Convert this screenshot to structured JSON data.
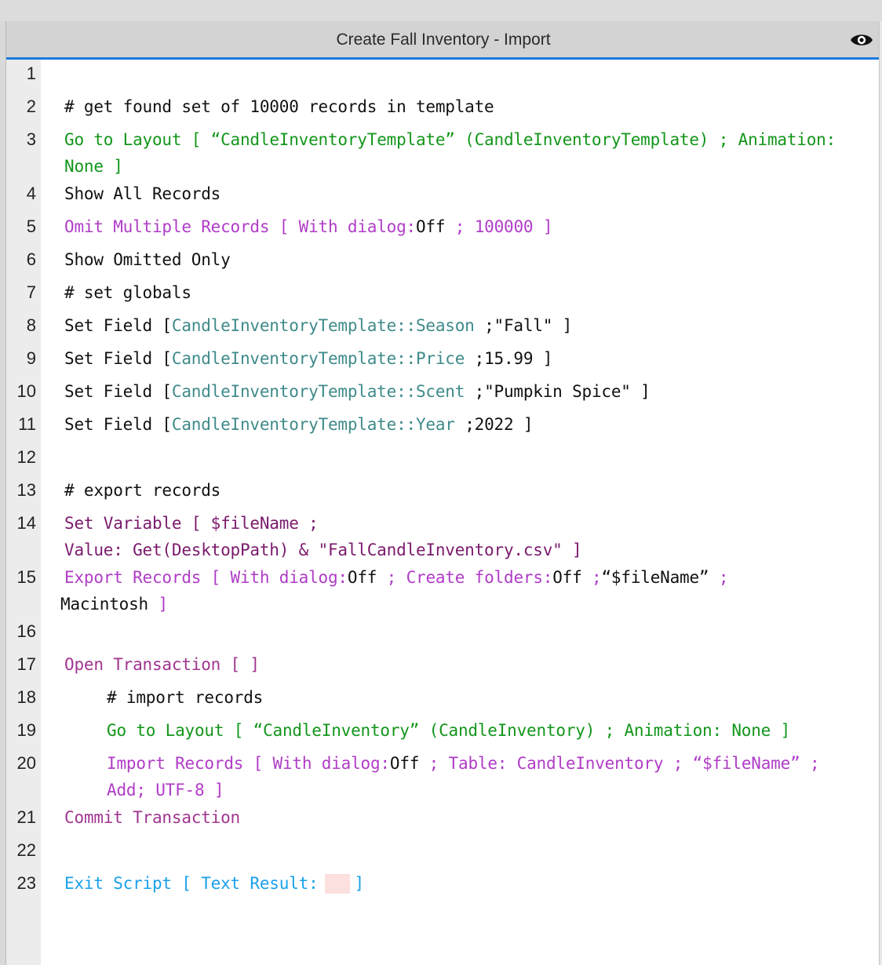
{
  "window": {
    "title": "Create Fall Inventory - Import",
    "icons": {
      "preview": "eye-icon"
    },
    "accent_color": "#1a7ae0"
  },
  "colors": {
    "comment": "#111111",
    "navigation": "#13961b",
    "records": "#b03cc7",
    "field": "#3f8a8a",
    "variable": "#7a1a6c",
    "transaction": "#a0358f",
    "control": "#1aa0ea",
    "result_box": "#fbe0dd"
  },
  "script": {
    "lines": [
      {
        "n": "1"
      },
      {
        "n": "2",
        "comment": "# get found set of 10000 records in template"
      },
      {
        "n": "3",
        "step": "Go to Layout [",
        "layout": "“CandleInventoryTemplate” (CandleInventoryTemplate)",
        "sep": ";",
        "opt": "Animation:",
        "cont": "None ]"
      },
      {
        "n": "4",
        "step": "Show All Records"
      },
      {
        "n": "5",
        "step": "Omit Multiple Records [",
        "opt": "With dialog:",
        "val": "Off",
        "sep": ";",
        "count": "100000",
        "close": "]"
      },
      {
        "n": "6",
        "step": "Show Omitted Only"
      },
      {
        "n": "7",
        "comment": "# set globals"
      },
      {
        "n": "8",
        "step": "Set Field [",
        "field": "CandleInventoryTemplate::Season",
        "sep": ";",
        "val": "\"Fall\" ]"
      },
      {
        "n": "9",
        "step": "Set Field [",
        "field": "CandleInventoryTemplate::Price",
        "sep": ";",
        "val": "15.99 ]"
      },
      {
        "n": "10",
        "step": "Set Field [",
        "field": "CandleInventoryTemplate::Scent",
        "sep": ";",
        "val": "\"Pumpkin Spice\" ]"
      },
      {
        "n": "11",
        "step": "Set Field [",
        "field": "CandleInventoryTemplate::Year",
        "sep": ";",
        "val": "2022 ]"
      },
      {
        "n": "12"
      },
      {
        "n": "13",
        "comment": "# export records"
      },
      {
        "n": "14",
        "step": "Set Variable [ $fileName ;",
        "cont": "Value: Get(DesktopPath) & \"FallCandleInventory.csv\" ]"
      },
      {
        "n": "15",
        "step": "Export Records [",
        "opt1": "With dialog:",
        "val1": "Off",
        "sep1": ";",
        "opt2": "Create folders:",
        "val2": "Off",
        "sep2": ";",
        "file": "“$fileName”",
        "sep3": ";",
        "cont": "Macintosh",
        "close": "]"
      },
      {
        "n": "16"
      },
      {
        "n": "17",
        "step": "Open Transaction [ ]"
      },
      {
        "n": "18",
        "comment": "# import records"
      },
      {
        "n": "19",
        "step": "Go to Layout [ “CandleInventory” (CandleInventory) ; Animation: None ]"
      },
      {
        "n": "20",
        "step": "Import Records [",
        "opt1": "With dialog:",
        "val1": "Off",
        "rest": "; Table: CandleInventory ; “$fileName” ;",
        "cont": "Add; UTF-8 ]"
      },
      {
        "n": "21",
        "step": "Commit Transaction"
      },
      {
        "n": "22"
      },
      {
        "n": "23",
        "step": "Exit Script [ Text Result:",
        "close": "]"
      }
    ]
  }
}
